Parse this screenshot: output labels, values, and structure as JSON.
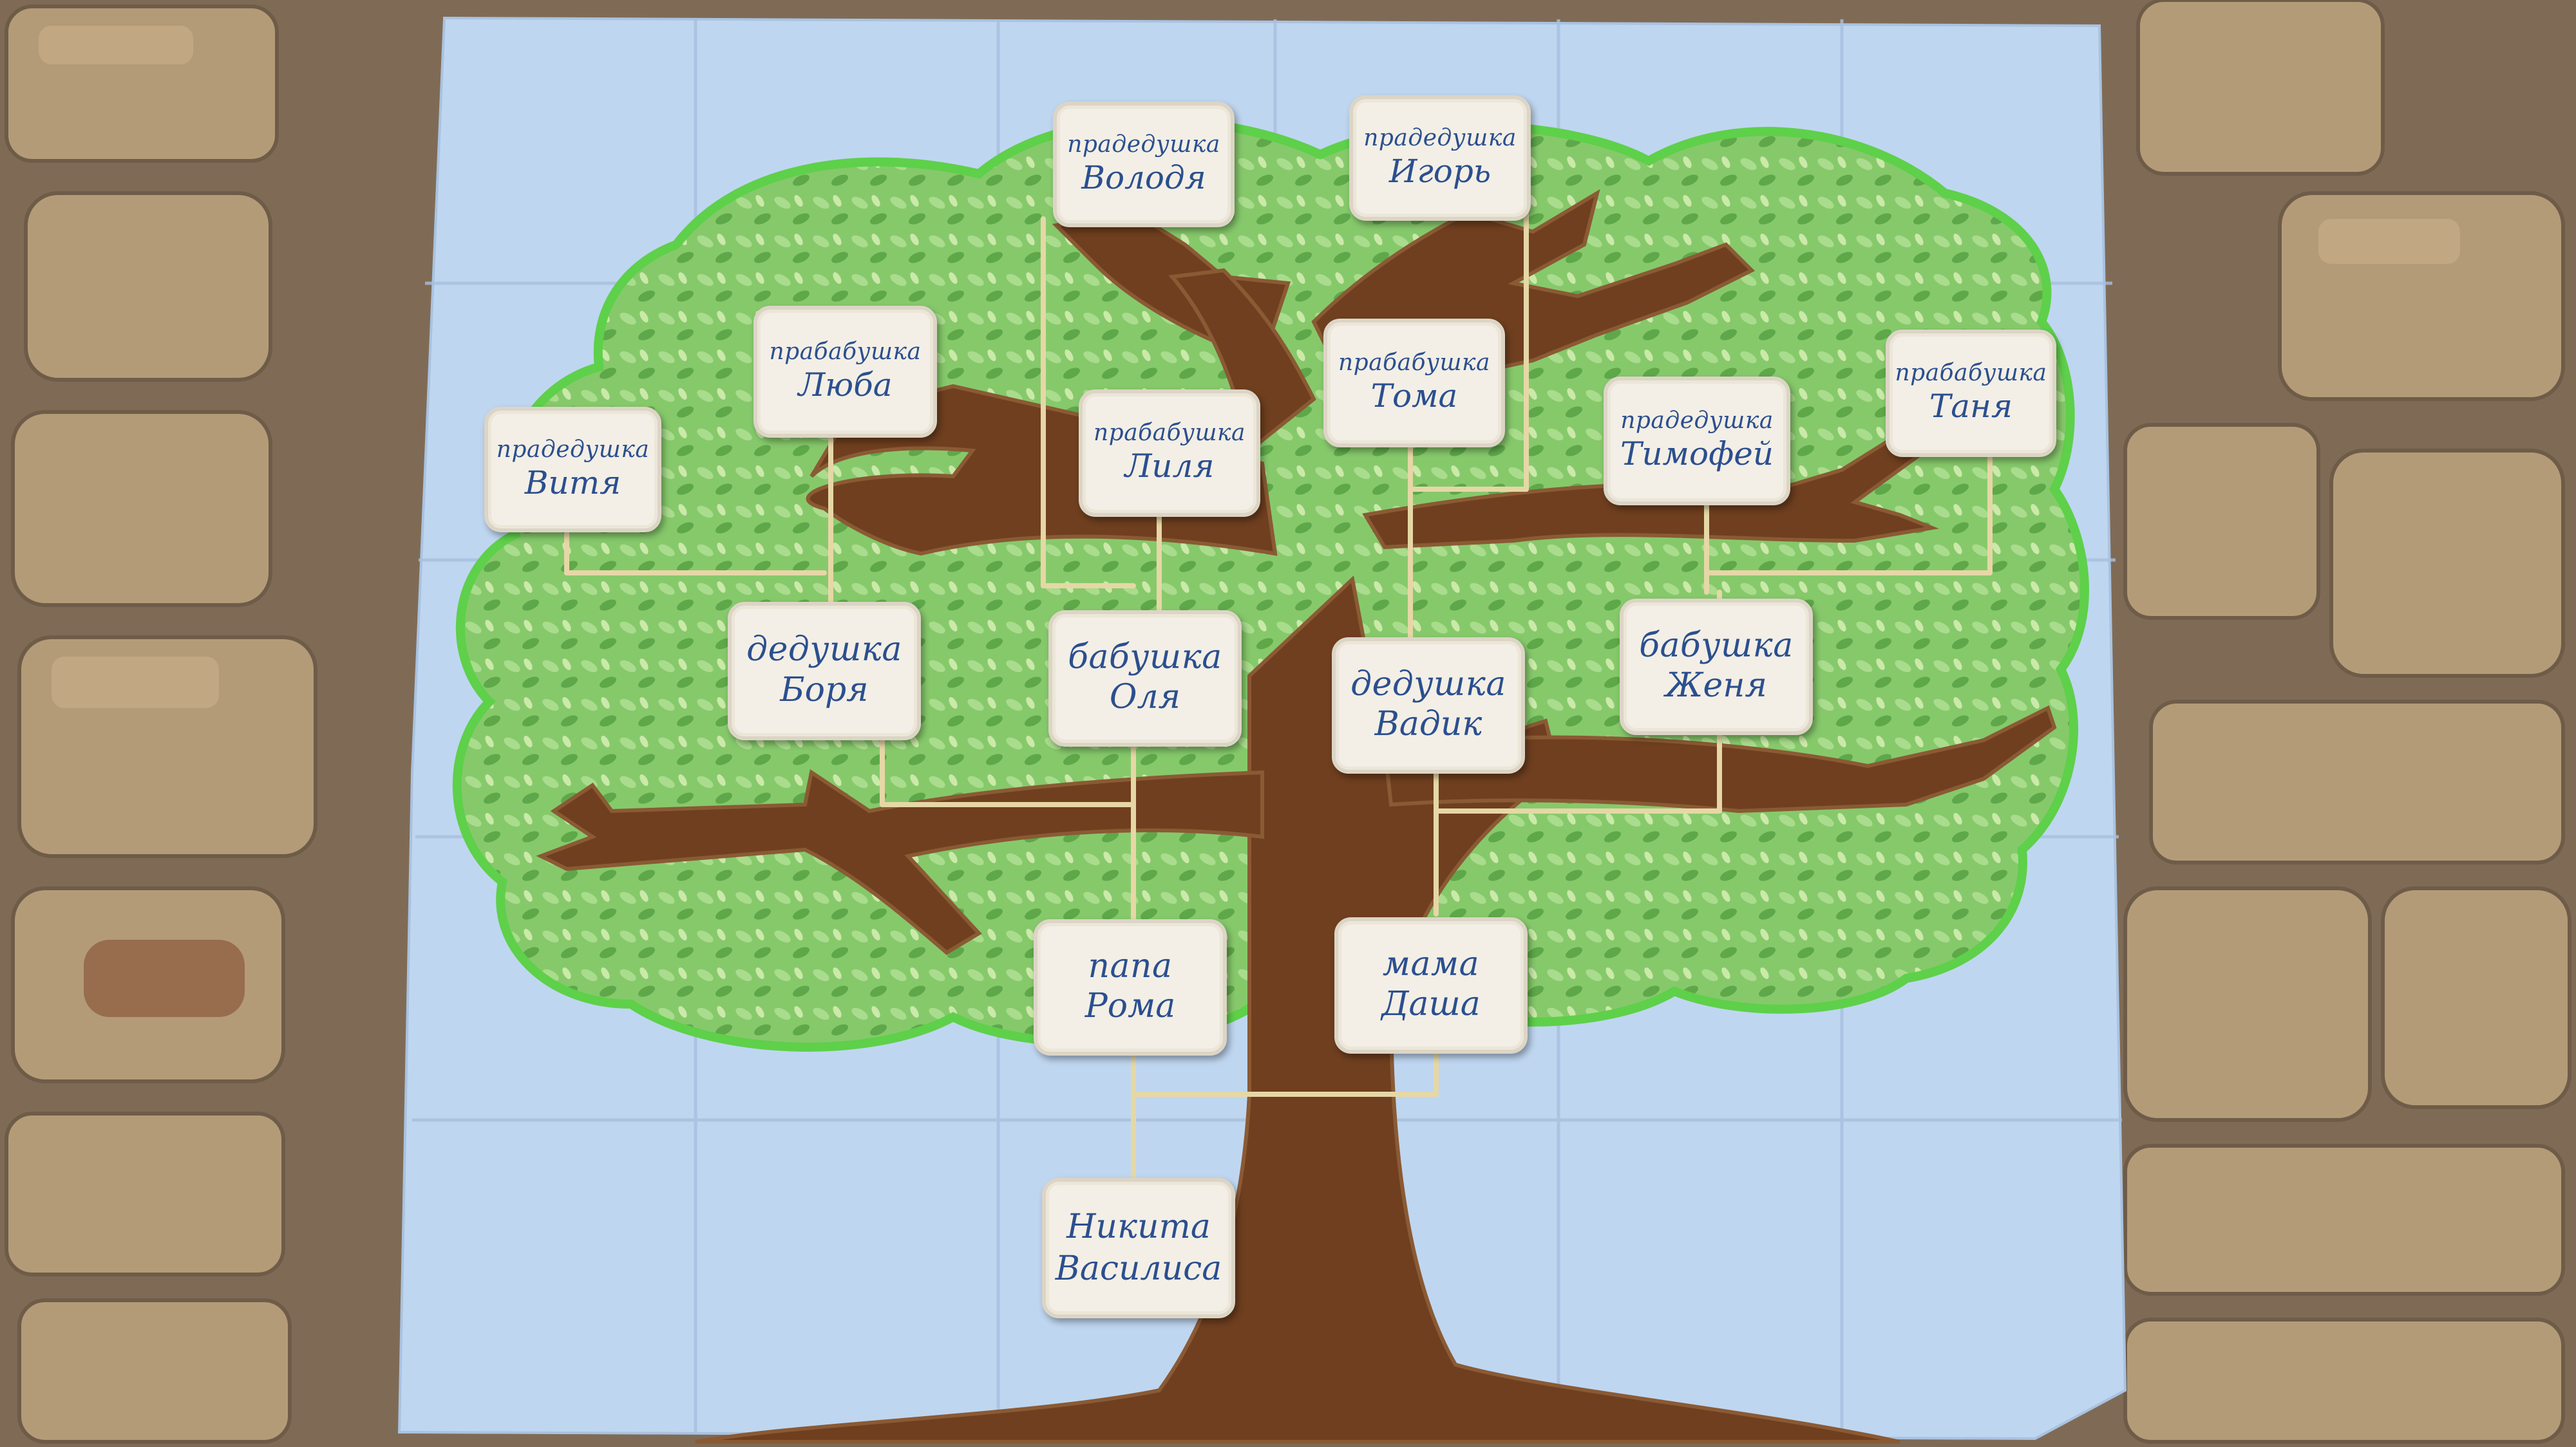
{
  "scene": {
    "description_colors": {
      "wall_stone": "#b39a76",
      "wall_mortar": "#7f6b55",
      "sky_fabric": "#bcd3ee",
      "foliage_fabric": "#7fc566",
      "foliage_border": "#5ed04a",
      "trunk_fabric": "#6e3d1e",
      "label_fabric": "#f3efe6",
      "label_text": "#2b4f8f",
      "connector_thread": "#e6d7a6"
    }
  },
  "family_tree": {
    "great_grandparents": [
      {
        "role": "прадедушка",
        "name": "Витя"
      },
      {
        "role": "прабабушка",
        "name": "Люба"
      },
      {
        "role": "прадедушка",
        "name": "Володя"
      },
      {
        "role": "прабабушка",
        "name": "Лиля"
      },
      {
        "role": "прадедушка",
        "name": "Игорь"
      },
      {
        "role": "прабабушка",
        "name": "Тома"
      },
      {
        "role": "прадедушка",
        "name": "Тимофей"
      },
      {
        "role": "прабабушка",
        "name": "Таня"
      }
    ],
    "grandparents": [
      {
        "role": "дедушка",
        "name": "Боря"
      },
      {
        "role": "бабушка",
        "name": "Оля"
      },
      {
        "role": "дедушка",
        "name": "Вадик"
      },
      {
        "role": "бабушка",
        "name": "Женя"
      }
    ],
    "parents": [
      {
        "role": "папа",
        "name": "Рома"
      },
      {
        "role": "мама",
        "name": "Даша"
      }
    ],
    "children": {
      "line1": "Никита",
      "line2": "Василиса"
    }
  }
}
